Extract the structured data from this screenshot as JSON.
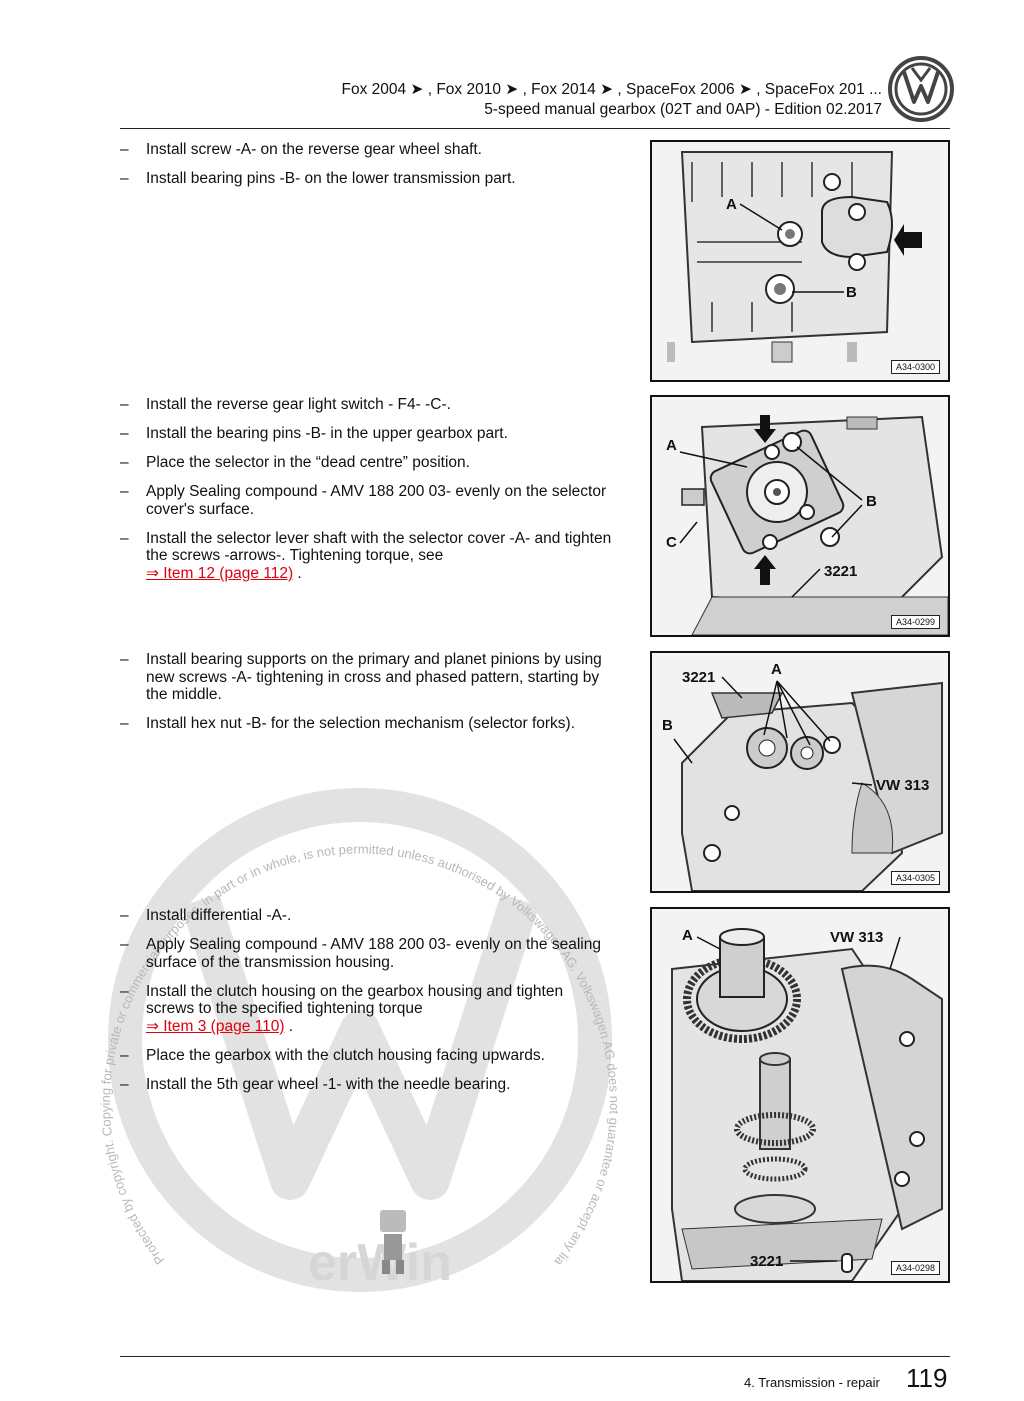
{
  "header": {
    "models": "Fox 2004 ➤ , Fox 2010 ➤ , Fox 2014 ➤ , SpaceFox 2006 ➤ , SpaceFox 201 ...",
    "subtitle": "5-speed manual gearbox (02T and 0AP) - Edition 02.2017"
  },
  "sections": [
    {
      "steps": [
        {
          "text": "Install screw -A- on the reverse gear wheel shaft."
        },
        {
          "text": "Install bearing pins -B- on the lower transmission part."
        }
      ]
    },
    {
      "steps": [
        {
          "text": "Install the reverse gear light switch - F4- -C-."
        },
        {
          "text": "Install the bearing pins -B- in the upper gearbox part."
        },
        {
          "text": "Place the selector in the “dead centre” position."
        },
        {
          "text": "Apply Sealing compound - AMV 188 200 03- evenly on the selector cover's surface."
        },
        {
          "text": "Install the selector lever shaft with the selector cover -A- and tighten the screws -arrows-. Tightening torque, see",
          "link": "⇒ Item 12 (page 112)",
          "suffix": " ."
        }
      ]
    },
    {
      "steps": [
        {
          "text": "Install bearing supports on the primary and planet pinions by using new screws -A- tightening in cross and phased pattern, starting by the middle."
        },
        {
          "text": "Install hex nut -B- for the selection mechanism (selector forks)."
        }
      ]
    },
    {
      "steps": [
        {
          "text": "Install differential -A-."
        },
        {
          "text": "Apply Sealing compound - AMV 188 200 03- evenly on the sealing surface of the transmission housing."
        },
        {
          "text": "Install the clutch housing on the gearbox housing and tighten screws to the specified tightening torque",
          "link": "⇒ Item 3 (page 110)",
          "suffix": " ."
        },
        {
          "text": "Place the gearbox with the clutch housing facing upwards."
        },
        {
          "text": "Install the 5th gear wheel -1- with the needle bearing."
        }
      ]
    }
  ],
  "figures": [
    {
      "code": "A34-0300",
      "labels": {
        "a": "A",
        "b": "B"
      }
    },
    {
      "code": "A34-0299",
      "labels": {
        "a": "A",
        "b": "B",
        "c": "C",
        "tool": "3221"
      }
    },
    {
      "code": "A34-0305",
      "labels": {
        "a": "A",
        "b": "B",
        "tool": "3221",
        "tool2": "VW 313"
      }
    },
    {
      "code": "A34-0298",
      "labels": {
        "a": "A",
        "tool": "3221",
        "tool2": "VW 313"
      }
    }
  ],
  "footer": {
    "section": "4. Transmission - repair",
    "page": "119"
  },
  "watermark": {
    "text": "Protected by copyright. Copying for private or commercial purposes, in part or in whole, is not permitted unless authorised by Volkswagen AG. Volkswagen AG does not guarantee or accept any liability with respect to the correctness of information in this document. Copyright by Volkswagen AG.",
    "brand": "erWin"
  },
  "colors": {
    "link": "#e0000f",
    "watermark": "#d9d9d9"
  }
}
